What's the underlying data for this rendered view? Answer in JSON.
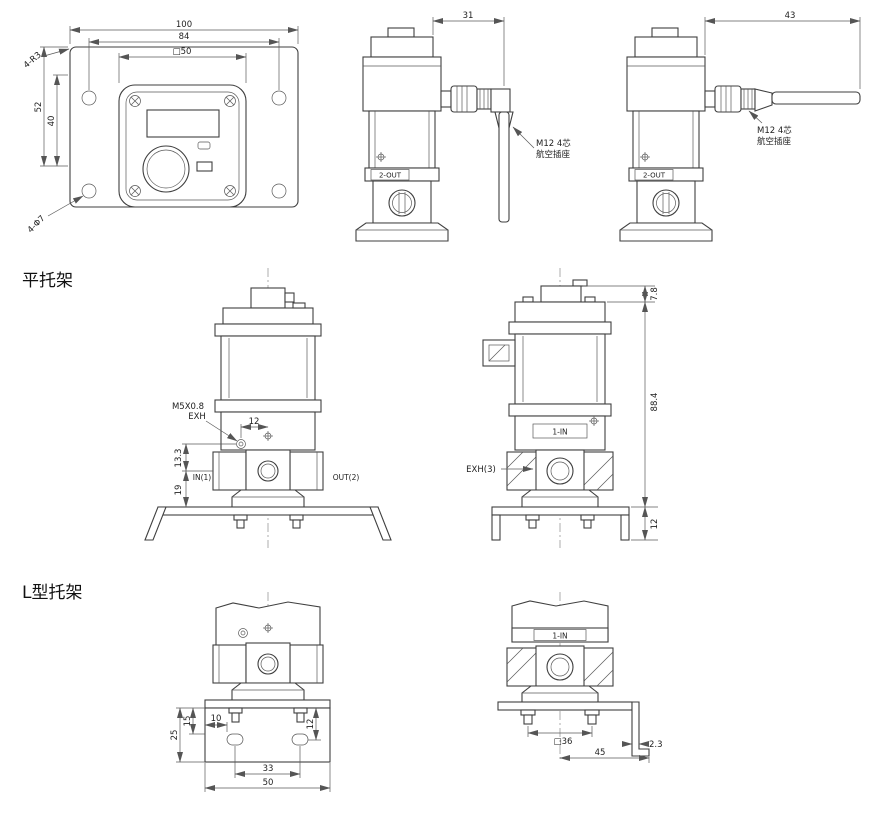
{
  "sections": {
    "flat_bracket_title": "平托架",
    "l_bracket_title": "L型托架"
  },
  "flat_front": {
    "dim_100": "100",
    "dim_84": "84",
    "dim_sq50": "□50",
    "label_4r3": "4-R3",
    "dim_52": "52",
    "dim_40": "40",
    "label_4phi7": "4-Φ7"
  },
  "side_cable_down": {
    "dim_31": "31",
    "port_label": "2-OUT",
    "m12_line1": "M12 4芯",
    "m12_line2": "航空插座"
  },
  "side_cable_right": {
    "dim_43": "43",
    "port_label": "2-OUT",
    "m12_line1": "M12 4芯",
    "m12_line2": "航空插座"
  },
  "front_flat_mounted": {
    "label_m5": "M5X0.8",
    "label_exh": "EXH",
    "dim_12": "12",
    "dim_13_3": "13.3",
    "dim_19": "19",
    "port_in": "IN(1)",
    "port_out": "OUT(2)"
  },
  "side_flat_mounted": {
    "dim_7_8": "7.8",
    "dim_88_4": "88.4",
    "dim_12": "12",
    "port_in": "1-IN",
    "label_exh3": "EXH(3)"
  },
  "front_l_mounted": {
    "dim_15": "15",
    "dim_25": "25",
    "dim_10": "10",
    "dim_12": "12",
    "dim_33": "33",
    "dim_50": "50"
  },
  "side_l_mounted": {
    "port_in": "1-IN",
    "dim_sq36": "□36",
    "dim_45": "45",
    "dim_2_3": "2.3"
  }
}
